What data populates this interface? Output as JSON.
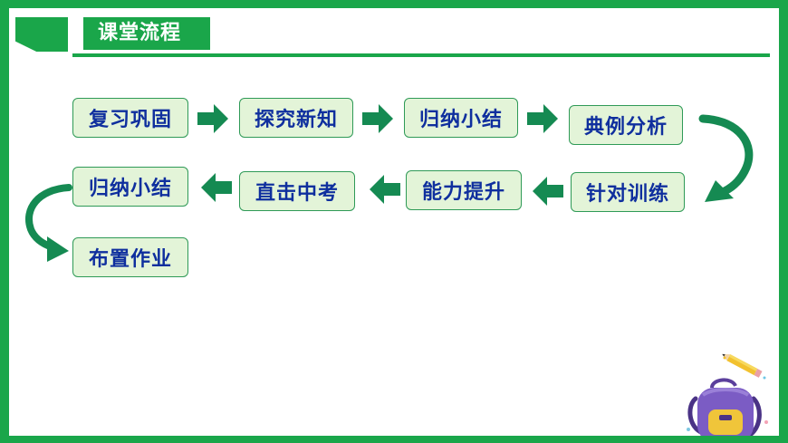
{
  "title": "课堂流程",
  "steps": [
    "复习巩固",
    "探究新知",
    "归纳小结",
    "典例分析",
    "针对训练",
    "能力提升",
    "直击中考",
    "归纳小结",
    "布置作业"
  ],
  "colors": {
    "accent": "#1aa64a",
    "arrow": "#158a52",
    "box_fill": "#e3f4d8",
    "box_border": "#2f9a57",
    "text": "#0f2f9e"
  },
  "icons": [
    "arrow-right-icon",
    "arrow-left-icon",
    "curved-arrow-icon",
    "backpack-icon",
    "pencil-icon"
  ]
}
